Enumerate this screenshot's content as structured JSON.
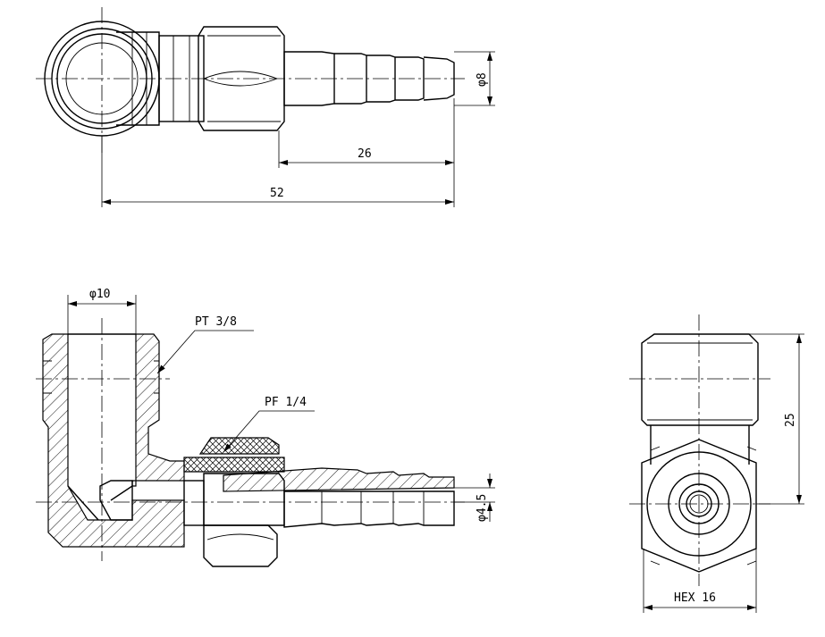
{
  "dimensions": {
    "top_dia": "φ8",
    "top_len_short": "26",
    "top_len_total": "52",
    "section_bore": "φ10",
    "thread_pt": "PT 3/8",
    "thread_pf": "PF 1/4",
    "section_hose_bore": "φ4.5",
    "end_height": "25",
    "end_hex": "HEX 16"
  }
}
